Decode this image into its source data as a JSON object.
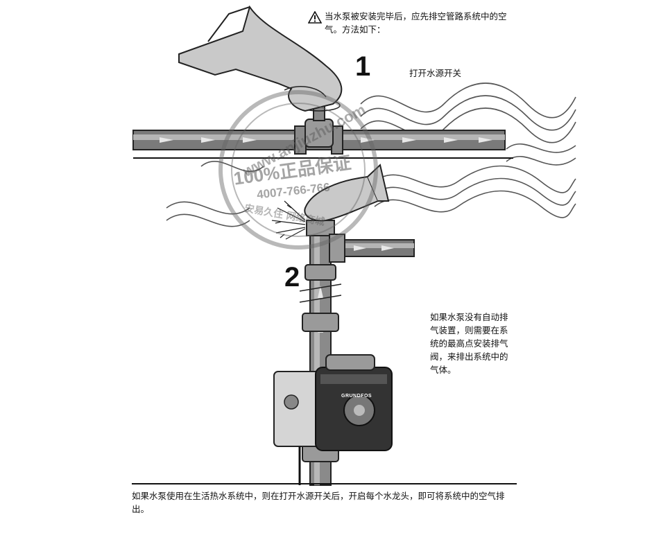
{
  "warning": {
    "icon": "warning-triangle-icon",
    "text": "当水泵被安装完毕后，应先排空管路系统中的空气。方法如下："
  },
  "steps": [
    {
      "number": "1",
      "label": "打开水源开关"
    },
    {
      "number": "2",
      "label": ""
    }
  ],
  "side_note": "如果水泵没有自动排气装置，则需要在系统的最高点安装排气阀，来排出系统中的气体。",
  "bottom_note": "如果水泵使用在生活热水系统中，则在打开水源开关后，开启每个水龙头，即可将系统中的空气排出。",
  "pump_brand": "GRUNDFOS",
  "watermark": {
    "url": "www.anjiuzhu.com",
    "slogan": "100%正品保证",
    "phone": "4007-766-766",
    "tagline": "安易久住 网络商城"
  }
}
